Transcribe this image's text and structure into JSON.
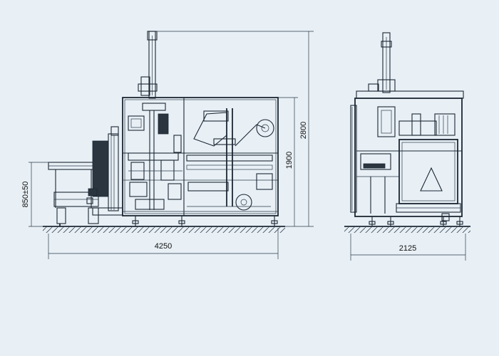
{
  "dimensions": {
    "front_length": "4250",
    "infeed_height": "850±50",
    "frame_height": "1900",
    "overall_height": "2800",
    "side_width": "2125"
  }
}
